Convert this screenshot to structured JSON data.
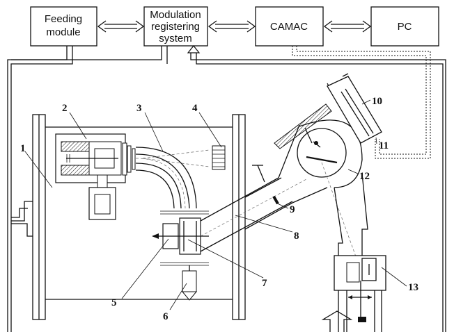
{
  "blocks": {
    "feeding": [
      "Feeding",
      "module"
    ],
    "modulation": [
      "Modulation",
      "registering",
      "system"
    ],
    "camac": "CAMAC",
    "pc": "PC"
  },
  "labels": {
    "l1": "1",
    "l2": "2",
    "l3": "3",
    "l4": "4",
    "l5": "5",
    "l6": "6",
    "l7": "7",
    "l8": "8",
    "l9": "9",
    "l10": "10",
    "l11": "11",
    "l12": "12",
    "l13": "13"
  }
}
